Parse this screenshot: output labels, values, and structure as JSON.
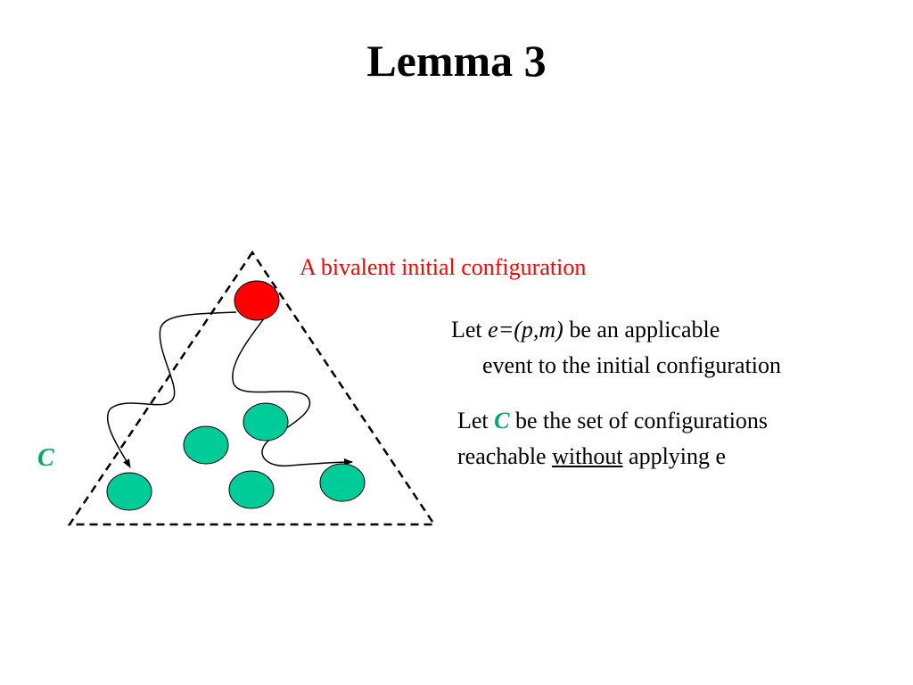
{
  "title": "Lemma 3",
  "colors": {
    "bivalent": "#ff0000",
    "config": "#00cc99",
    "c_label": "#00a86b"
  },
  "annotations": {
    "bivalent_label": "A bivalent initial configuration"
  },
  "set_label": "C",
  "event_text": {
    "line1_let": "Let ",
    "line1_event": "e=(p,m)",
    "line1_rest": " be an applicable",
    "line2": "event to the initial configuration"
  },
  "set_text": {
    "line1_let": "Let ",
    "line1_c": "C",
    "line1_rest": " be the set of configurations",
    "line2_start": "reachable ",
    "line2_without": "without",
    "line2_end": " applying e"
  }
}
